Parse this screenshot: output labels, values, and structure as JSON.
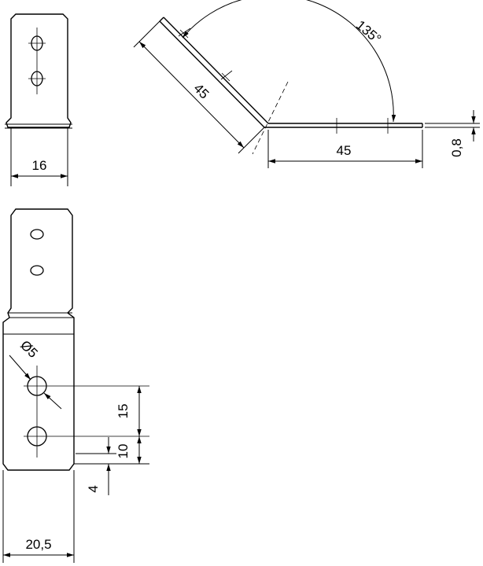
{
  "drawing": {
    "colors": {
      "line": "#000000",
      "background": "#ffffff"
    },
    "dimensions": {
      "width_top_view": "16",
      "leg_length_angled": "45",
      "leg_length_horizontal": "45",
      "thickness": "0,8",
      "bend_angle": "135°",
      "hole_diameter": "Ø5",
      "hole_spacing": "15",
      "hole_to_bottom": "10",
      "bottom_offset": "4",
      "width_bottom_view": "20,5"
    }
  }
}
